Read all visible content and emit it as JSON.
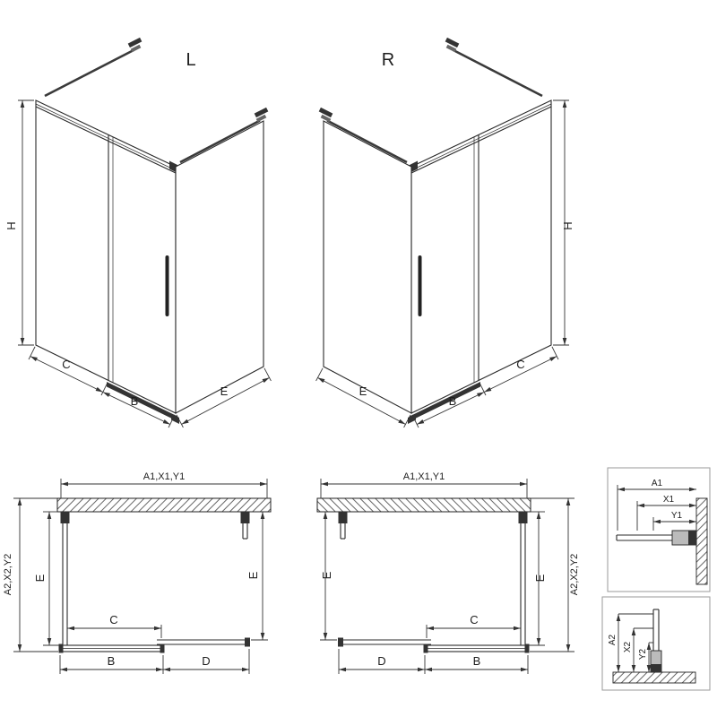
{
  "iso_left": {
    "title": "L",
    "dim_h": "H",
    "dim_c": "C",
    "dim_b": "B",
    "dim_e": "E"
  },
  "iso_right": {
    "title": "R",
    "dim_h": "H",
    "dim_c": "C",
    "dim_b": "B",
    "dim_e": "E"
  },
  "plan_left": {
    "dim_a1": "A1,X1,Y1",
    "dim_a2": "A2,X2,Y2",
    "dim_e_left": "E",
    "dim_e_right": "E",
    "dim_c": "C",
    "dim_b": "B",
    "dim_d": "D"
  },
  "plan_right": {
    "dim_a1": "A1,X1,Y1",
    "dim_a2": "A2,X2,Y2",
    "dim_e_left": "E",
    "dim_e_right": "E",
    "dim_c": "C",
    "dim_b": "B",
    "dim_d": "D"
  },
  "detail_width": {
    "dim_a1": "A1",
    "dim_x1": "X1",
    "dim_y1": "Y1"
  },
  "detail_depth": {
    "dim_a2": "A2",
    "dim_x2": "X2",
    "dim_y2": "Y2"
  },
  "colors": {
    "line": "#2b2b2b",
    "dimension": "#333333",
    "detail_box_border": "#9a9a9a"
  }
}
